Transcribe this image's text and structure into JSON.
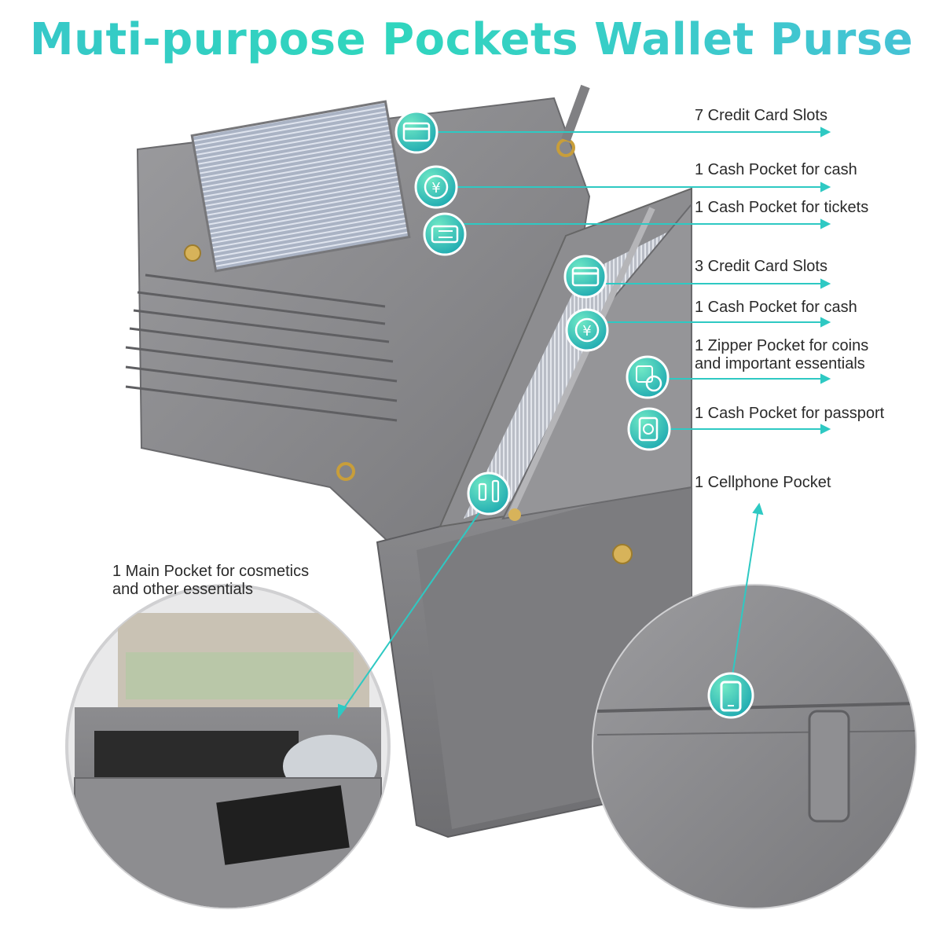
{
  "title": "Muti-purpose Pockets Wallet Purse",
  "colors": {
    "accent": "#2ec9c3",
    "accent_dark": "#1aa6b0",
    "leather": "#8a8a8c",
    "leather_dark": "#6f6f72",
    "text": "#2a2a2a"
  },
  "callouts": [
    {
      "text": "7 Credit Card Slots",
      "icon": "credit-card-icon"
    },
    {
      "text": "1 Cash Pocket for cash",
      "icon": "yen-coin-icon"
    },
    {
      "text": "1 Cash Pocket for tickets",
      "icon": "ticket-icon"
    },
    {
      "text": "3 Credit Card Slots",
      "icon": "credit-card-icon"
    },
    {
      "text": "1 Cash Pocket for cash",
      "icon": "yen-coin-icon"
    },
    {
      "text": "1 Zipper Pocket for coins\nand important essentials",
      "icon": "coins-icon"
    },
    {
      "text": "1 Cash Pocket for passport",
      "icon": "passport-icon"
    },
    {
      "text": "1 Cellphone Pocket",
      "icon": "cellphone-icon"
    },
    {
      "text": "1 Main Pocket for cosmetics\nand other essentials",
      "icon": "cosmetics-icon"
    }
  ]
}
